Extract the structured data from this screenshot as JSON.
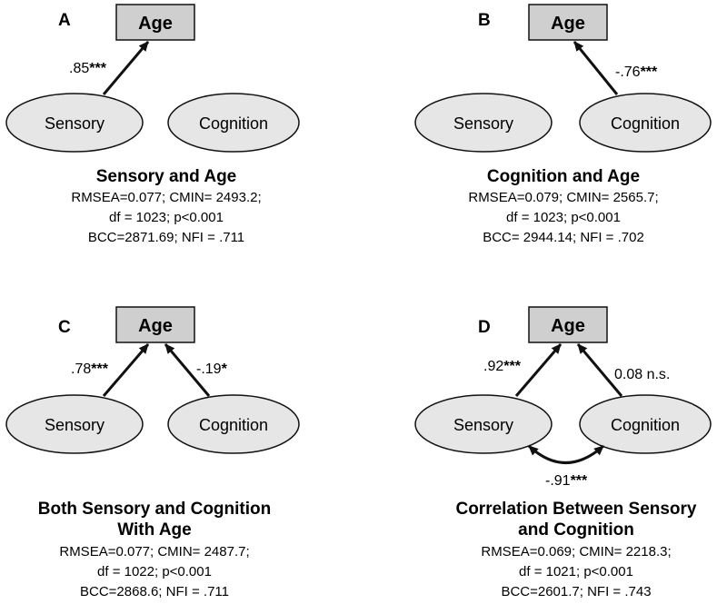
{
  "colors": {
    "node_fill": "#e6e6e6",
    "age_fill": "#cfcfcf",
    "stroke": "#111111",
    "background": "#ffffff"
  },
  "panels": [
    {
      "id": "A",
      "letter": "A",
      "age": "Age",
      "sensory": "Sensory",
      "cognition": "Cognition",
      "paths": [
        {
          "from": "sensory",
          "to": "age",
          "value": ".85",
          "stars": "***"
        }
      ],
      "caption": {
        "title_lines": [
          "Sensory and Age"
        ],
        "stat_lines": [
          "RMSEA=0.077; CMIN= 2493.2;",
          "df = 1023; p<0.001",
          "BCC=2871.69; NFI = .711"
        ]
      }
    },
    {
      "id": "B",
      "letter": "B",
      "age": "Age",
      "sensory": "Sensory",
      "cognition": "Cognition",
      "paths": [
        {
          "from": "cognition",
          "to": "age",
          "value": "-.76",
          "stars": "***"
        }
      ],
      "caption": {
        "title_lines": [
          "Cognition and Age"
        ],
        "stat_lines": [
          "RMSEA=0.079; CMIN= 2565.7;",
          "df = 1023; p<0.001",
          "BCC= 2944.14; NFI = .702"
        ]
      }
    },
    {
      "id": "C",
      "letter": "C",
      "age": "Age",
      "sensory": "Sensory",
      "cognition": "Cognition",
      "paths": [
        {
          "from": "sensory",
          "to": "age",
          "value": ".78",
          "stars": "***"
        },
        {
          "from": "cognition",
          "to": "age",
          "value": "-.19",
          "stars": "*"
        }
      ],
      "caption": {
        "title_lines": [
          "Both Sensory and Cognition",
          "With Age"
        ],
        "stat_lines": [
          "RMSEA=0.077; CMIN= 2487.7;",
          "df = 1022; p<0.001",
          "BCC=2868.6; NFI = .711"
        ]
      }
    },
    {
      "id": "D",
      "letter": "D",
      "age": "Age",
      "sensory": "Sensory",
      "cognition": "Cognition",
      "paths": [
        {
          "from": "sensory",
          "to": "age",
          "value": ".92",
          "stars": "***"
        },
        {
          "from": "cognition",
          "to": "age",
          "value": "0.08 n.s.",
          "stars": ""
        }
      ],
      "correlation": {
        "value": "-.91",
        "stars": "***"
      },
      "caption": {
        "title_lines": [
          "Correlation Between Sensory",
          "and Cognition"
        ],
        "stat_lines": [
          "RMSEA=0.069; CMIN= 2218.3;",
          "df = 1021; p<0.001",
          "BCC=2601.7; NFI = .743"
        ]
      }
    }
  ]
}
